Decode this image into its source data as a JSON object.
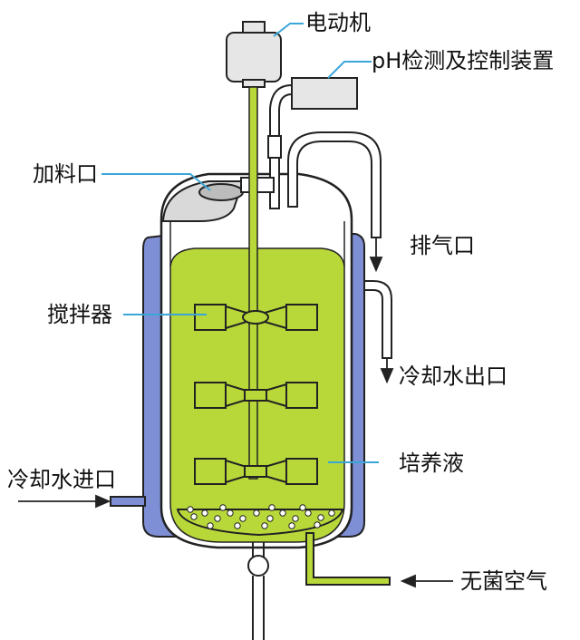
{
  "labels": {
    "motor": "电动机",
    "ph": "pH检测及控制装置",
    "feed_port": "加料口",
    "exhaust_port": "排气口",
    "agitator": "搅拌器",
    "cooling_out": "冷却水出口",
    "culture_medium": "培养液",
    "cooling_in": "冷却水进口",
    "sterile_air": "无菌空气"
  },
  "colors": {
    "medium": "#b8d83a",
    "jacket": "#7f8fd6",
    "leader": "#3aa6d8",
    "outline": "#222222",
    "vessel": "#ffffff",
    "lid": "#d9d9d9",
    "motor": "#e6e6e6"
  }
}
